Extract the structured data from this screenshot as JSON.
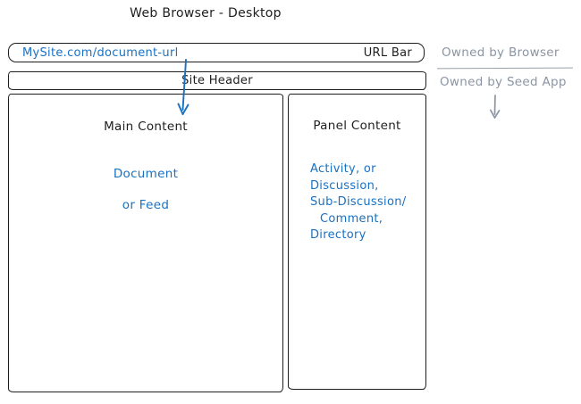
{
  "title": "Web Browser - Desktop",
  "url_bar": {
    "url": "MySite.com/document-url",
    "label": "URL Bar"
  },
  "site_header": {
    "label": "Site Header"
  },
  "main_content": {
    "label": "Main Content",
    "lines": [
      "Document",
      "or Feed"
    ]
  },
  "panel_content": {
    "label": "Panel Content",
    "lines": [
      "Activity, or",
      "Discussion,",
      "Sub-Discussion/",
      "Comment,",
      "Directory"
    ]
  },
  "annotations": {
    "browser": "Owned by Browser",
    "seed_app": "Owned by Seed App"
  },
  "colors": {
    "ink": "#1e1e1e",
    "accent_blue": "#1971c2",
    "muted_gray": "#8b95a3"
  }
}
